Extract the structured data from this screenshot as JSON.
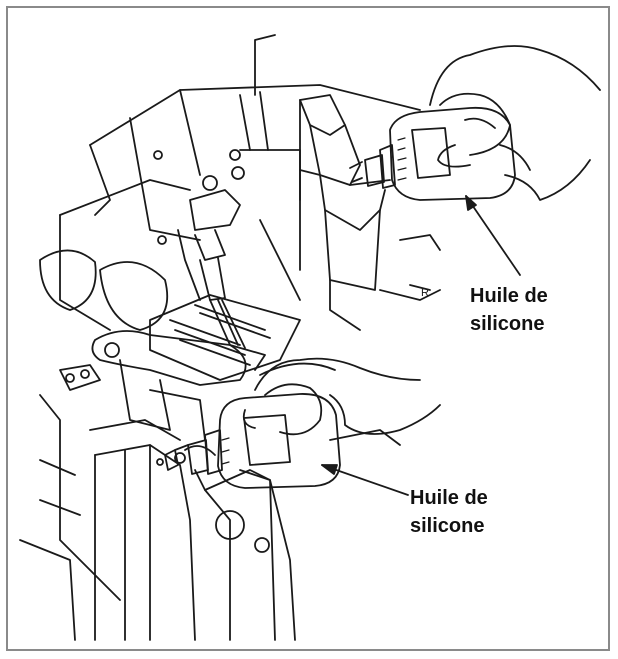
{
  "callouts": [
    {
      "line1": "Huile de",
      "line2": "silicone"
    },
    {
      "line1": "Huile de",
      "line2": "silicone"
    }
  ],
  "illustration": {
    "bottle_cap_text": "R",
    "icons": [
      "hand-icon",
      "oil-bottle-icon",
      "sewing-machine-icon"
    ]
  },
  "colors": {
    "line": "#1a1a1a",
    "frame": "#8a8a8a",
    "background": "#ffffff"
  }
}
